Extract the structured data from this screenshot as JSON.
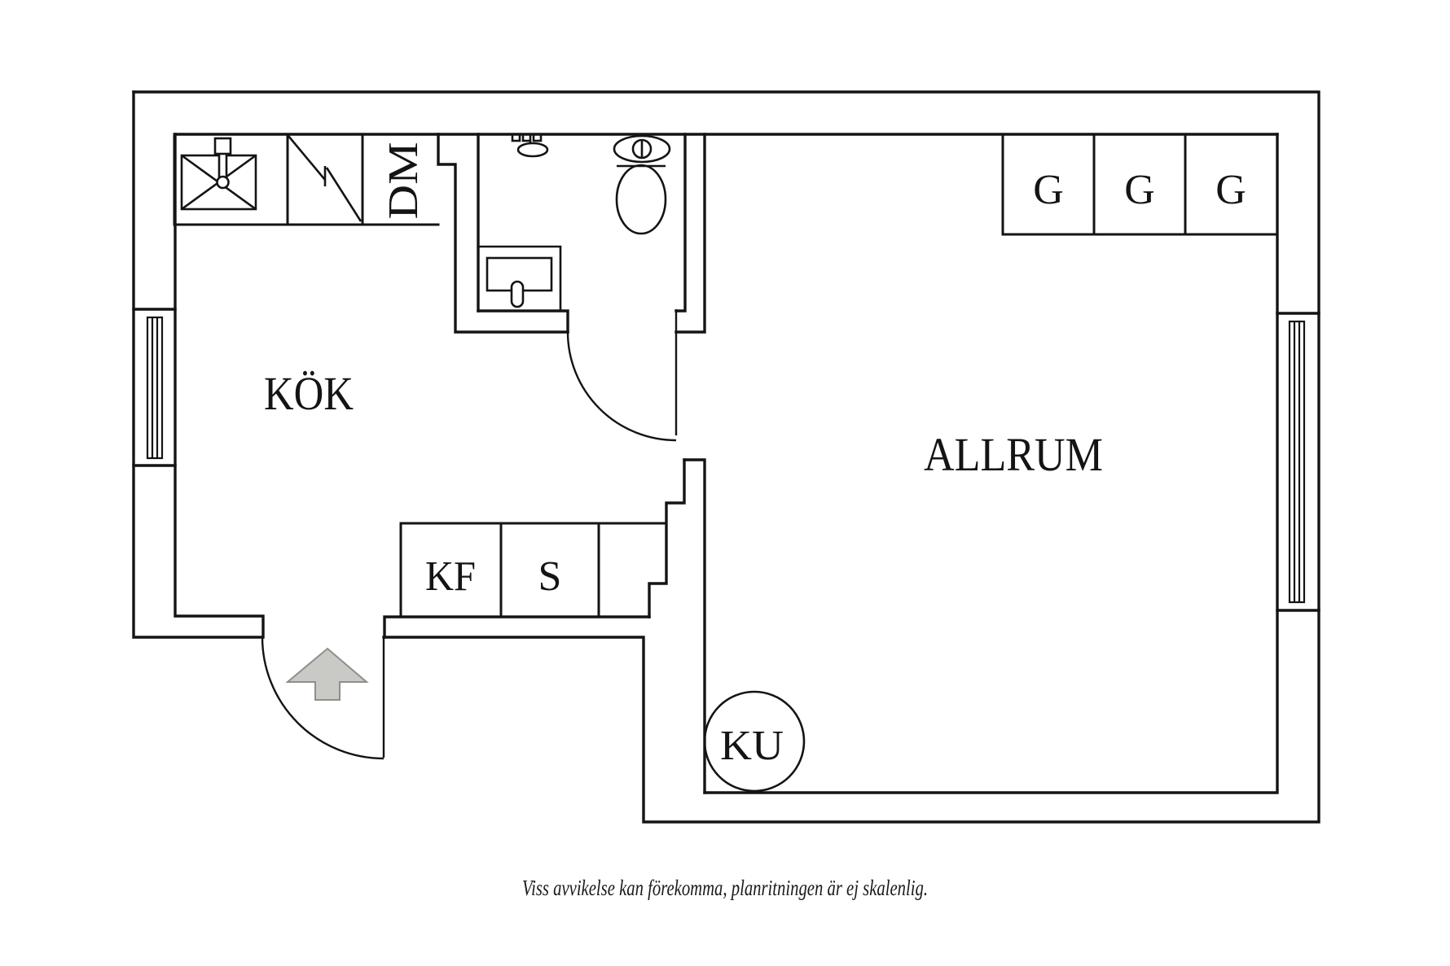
{
  "floor_plan": {
    "room_labels": {
      "kitchen": "KÖK",
      "living_room": "ALLRUM"
    },
    "fixture_labels": {
      "dishwasher": "DM",
      "fridge_freezer": "KF",
      "tall_cabinet": "S",
      "wardrobes": [
        "G",
        "G",
        "G"
      ],
      "corner_unit": "KU"
    },
    "disclaimer": "Viss avvikelse kan förekomma, planritningen är ej skalenlig.",
    "colors": {
      "line": "#141414",
      "arrow_fill": "#c9c9c6",
      "arrow_stroke": "#8e8e8b",
      "background": "#ffffff"
    }
  }
}
